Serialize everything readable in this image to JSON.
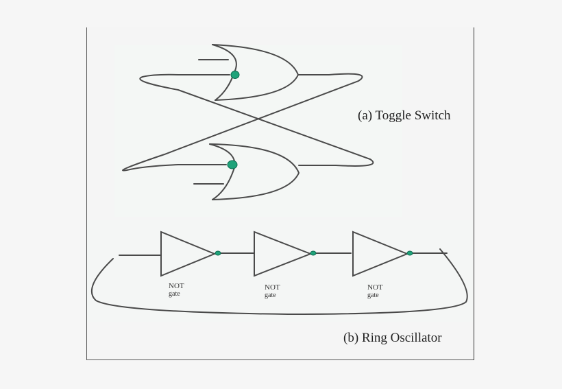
{
  "figure": {
    "panel_a": {
      "caption": "(a) Toggle Switch",
      "gate_type": "NOR",
      "gate_count": 2
    },
    "panel_b": {
      "caption": "(b) Ring Oscillator",
      "gates": [
        {
          "line1": "NOT",
          "line2": "gate"
        },
        {
          "line1": "NOT",
          "line2": "gate"
        },
        {
          "line1": "NOT",
          "line2": "gate"
        }
      ]
    },
    "colors": {
      "wire": "#4a4a4a",
      "bubble": "#1fa37a",
      "frame": "#555555"
    }
  }
}
